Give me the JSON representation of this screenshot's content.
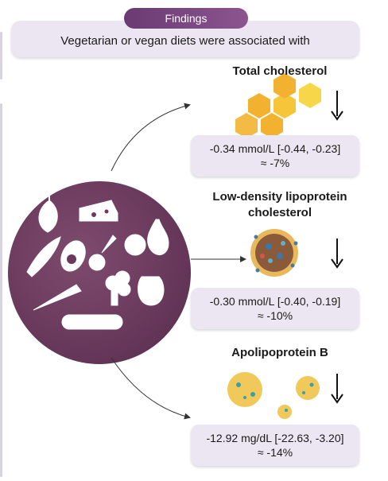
{
  "header": {
    "pill_label": "Findings",
    "banner_text": "Vegetarian or vegan diets were associated with"
  },
  "outcomes": [
    {
      "title": "Total cholesterol",
      "value_line": "-0.34 mmol/L [-0.44, -0.23]",
      "percent_line": "≈ -7%",
      "direction": "down"
    },
    {
      "title_line1": "Low-density lipoprotein",
      "title_line2": "cholesterol",
      "value_line": "-0.30 mmol/L [-0.40, -0.19]",
      "percent_line": "≈ -10%",
      "direction": "down"
    },
    {
      "title": "Apolipoprotein B",
      "value_line": "-12.92 mg/dL [-22.63, -3.20]",
      "percent_line": "≈ -14%",
      "direction": "down"
    }
  ],
  "food_icons": [
    "onion",
    "cheese",
    "pea-pod",
    "avocado",
    "radish",
    "apple",
    "pear",
    "carrot",
    "broccoli",
    "bell-pepper",
    "bread"
  ],
  "colors": {
    "accent": "#6a3a73",
    "box_fill": "#ece6f2",
    "circle": "#6a3a5d",
    "hex_orange": "#f2b230",
    "hex_yellow": "#f7d64a"
  }
}
